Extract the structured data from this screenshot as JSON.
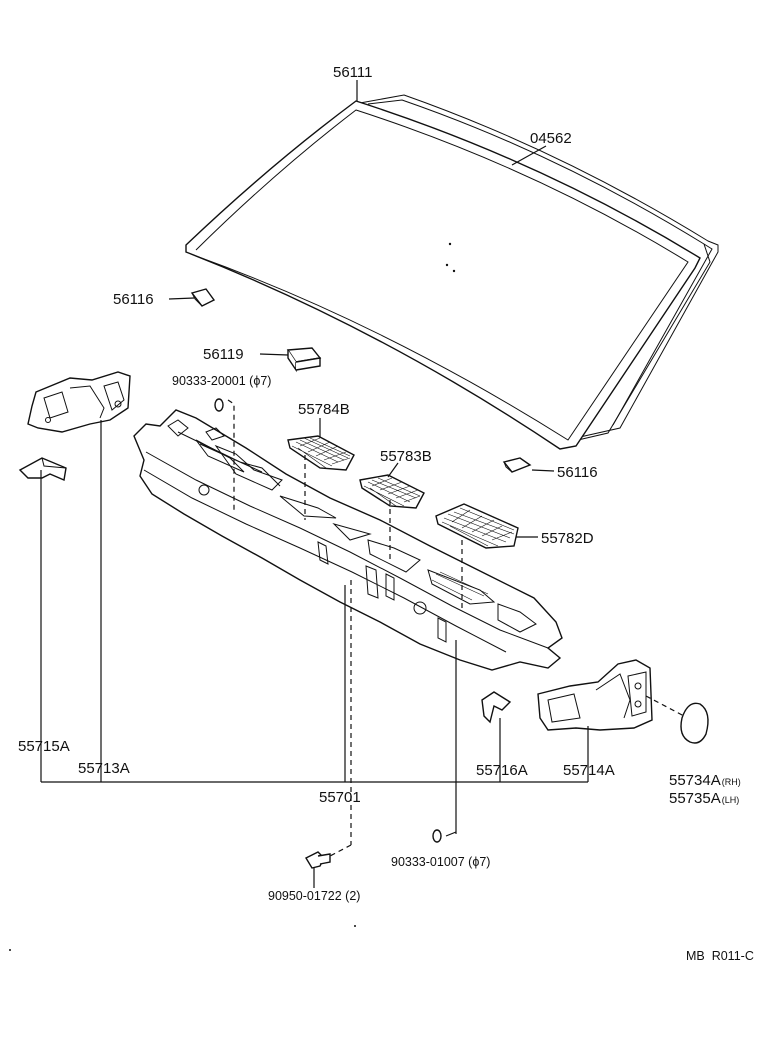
{
  "parts": {
    "windshield_glass": "56111",
    "windshield_moulding": "04562",
    "spacer_upper_left": "56116",
    "spacer_lower_right": "56116",
    "stopper": "56119",
    "hole_plug_upper": "90333-20001",
    "hole_plug_upper_size": "(ϕ7)",
    "louver_rh": "55784B",
    "louver_center": "55783B",
    "louver_lh": "55782D",
    "cowl_panel": "55701",
    "side_panel_lh": "55713A",
    "side_bracket_lh": "55715A",
    "side_bracket_rh": "55716A",
    "side_panel_rh": "55714A",
    "seal_rh": "55734A",
    "seal_rh_tag": "(RH)",
    "seal_lh": "55735A",
    "seal_lh_tag": "(LH)",
    "hole_plug_lower": "90333-01007",
    "hole_plug_lower_size": "(ϕ7)",
    "clip": "90950-01722",
    "clip_qty": "(2)"
  },
  "diagram_code": "MB  R011-C"
}
